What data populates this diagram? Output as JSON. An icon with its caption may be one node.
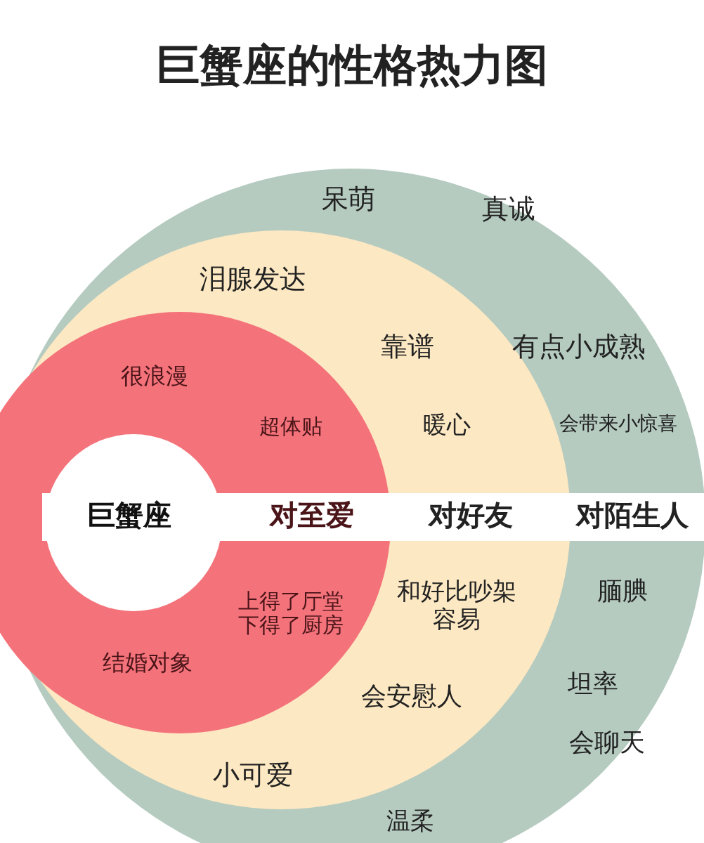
{
  "diagram": {
    "title": "巨蟹座的性格热力图",
    "nodes": [
      {
        "text": [
          "对陌生人",
          "呆萌",
          "真诚",
          "有点小成熟",
          "会带来小惊喜",
          "腼腆",
          "坦率",
          "会聊天",
          "温柔"
        ]
      },
      {
        "text": [
          "对好友",
          "泪腺发达",
          "靠谱",
          "暖心",
          "和好比吵架容易",
          "会安慰人",
          "小可爱"
        ],
        "in": 0
      },
      {
        "text": [
          "对至爱",
          "很浪漫",
          "超体贴",
          "上得了厅堂下得了厨房",
          "结婚对象"
        ],
        "in": 1
      },
      {
        "text": [
          "巨蟹座"
        ],
        "in": 2
      }
    ]
  }
}
